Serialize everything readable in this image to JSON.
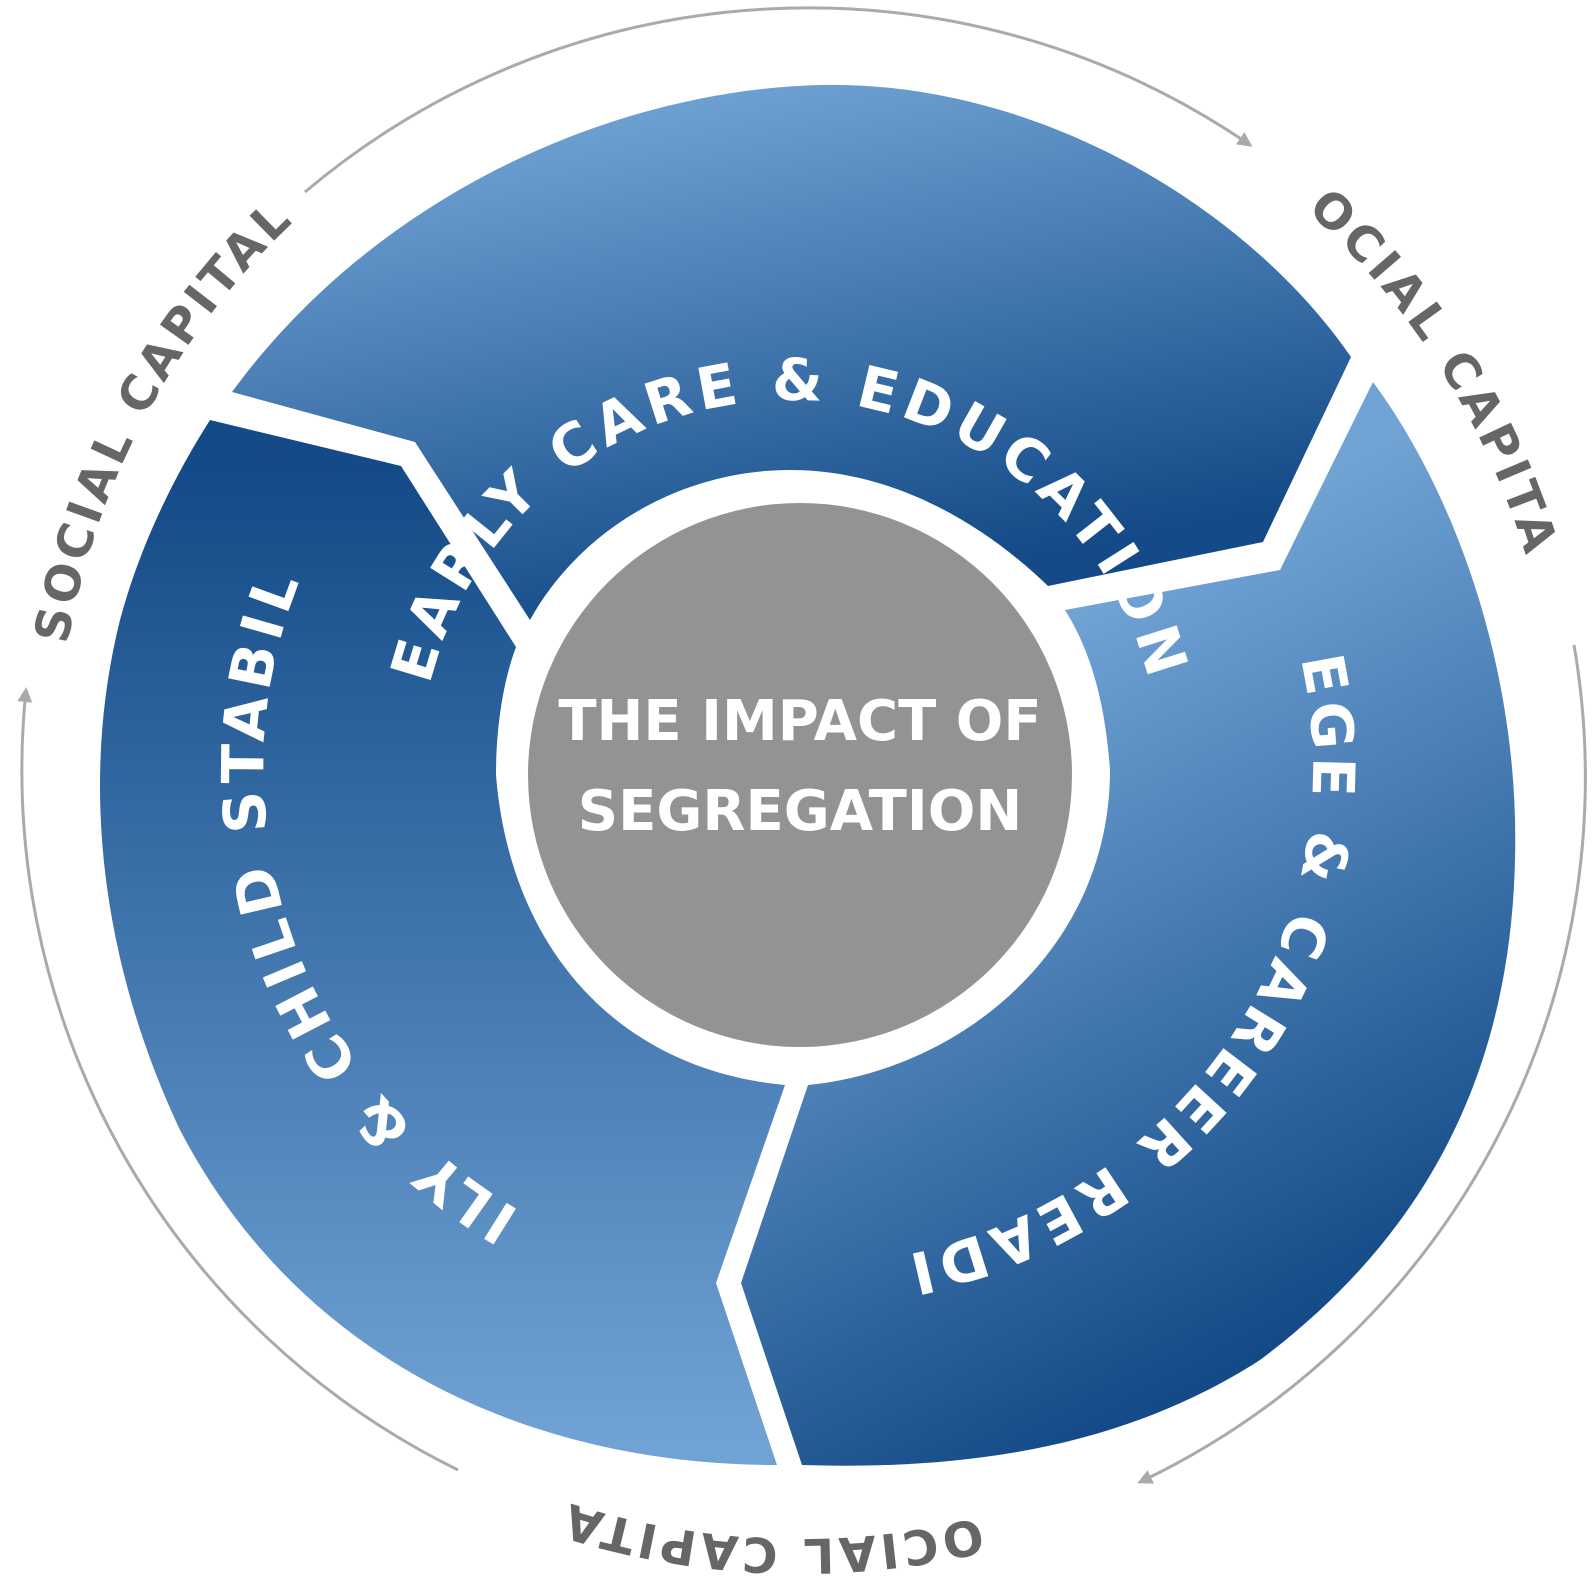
{
  "center": {
    "line1": "THE IMPACT OF",
    "line2": "SEGREGATION"
  },
  "segments": {
    "top": "EARLY CARE & EDUCATION",
    "right": "COLLEGE & CAREER READINESS",
    "left": "FAMILY & CHILD STABILITY"
  },
  "outer": {
    "upper_left": "SOCIAL CAPITAL",
    "upper_right": "SOCIAL CAPITAL",
    "bottom": "SOCIAL CAPITAL"
  },
  "colors": {
    "segment_dark": "#134a87",
    "segment_light": "#70a2d4",
    "center": "#939393",
    "outer_text": "#666666",
    "arrow": "#aaaaaa"
  }
}
